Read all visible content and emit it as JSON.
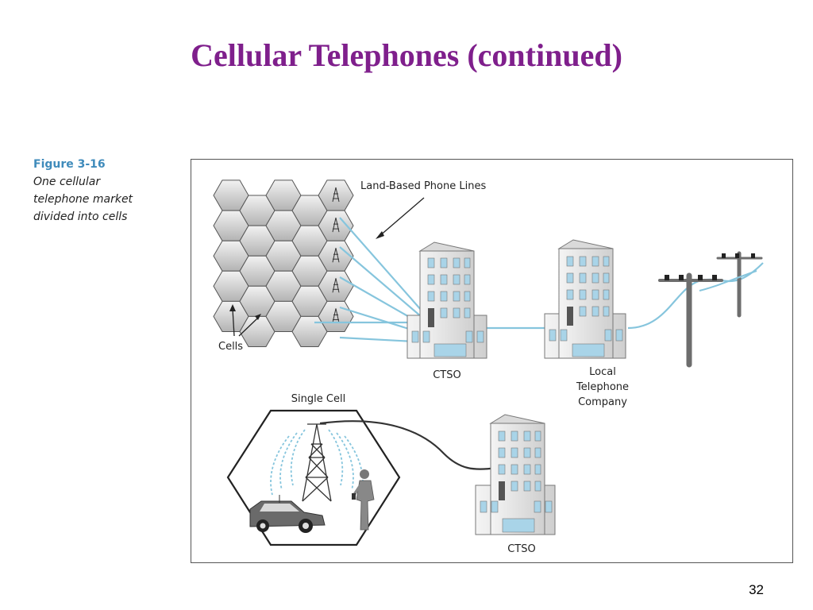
{
  "slide": {
    "title": "Cellular Telephones (continued)",
    "page_number": "32"
  },
  "caption": {
    "label": "Figure 3-16",
    "text": "One cellular telephone market divided into cells"
  },
  "diagram": {
    "land_lines_label": "Land-Based Phone Lines",
    "cells_label": "Cells",
    "ctso_top_label": "CTSO",
    "local_company_label_lines": [
      "Local",
      "Telephone",
      "Company"
    ],
    "single_cell_label": "Single Cell",
    "ctso_bottom_label": "CTSO",
    "colors": {
      "phone_line": "#86c5dd",
      "cell_fill": "#c9c9c9",
      "cell_stroke": "#555555",
      "building_face": "#e6e6e6",
      "building_side": "#bdbdbd",
      "window": "#a9d4e8",
      "pole": "#6d6d6d"
    }
  }
}
